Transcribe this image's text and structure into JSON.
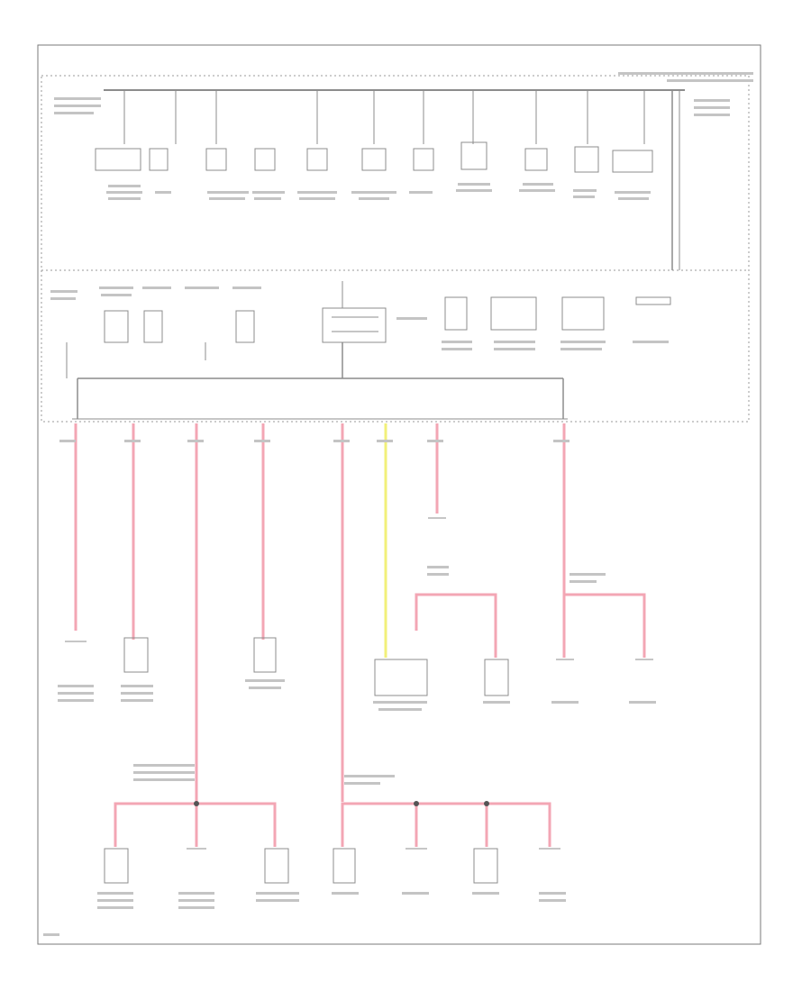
{
  "colors": {
    "frame": "#7a7a7a",
    "line": "#8c8c8c",
    "wire_pink": "#f3a6b4",
    "wire_yellow": "#f2f07a",
    "label": "#9a9a9a"
  },
  "wires": [
    {
      "id": "w1",
      "color": "pink"
    },
    {
      "id": "w2",
      "color": "pink"
    },
    {
      "id": "w3",
      "color": "pink"
    },
    {
      "id": "w4",
      "color": "pink"
    },
    {
      "id": "w5",
      "color": "pink"
    },
    {
      "id": "w6",
      "color": "yellow"
    },
    {
      "id": "w7",
      "color": "pink"
    },
    {
      "id": "w8",
      "color": "pink"
    }
  ],
  "legibility_note_not_rendered": ""
}
